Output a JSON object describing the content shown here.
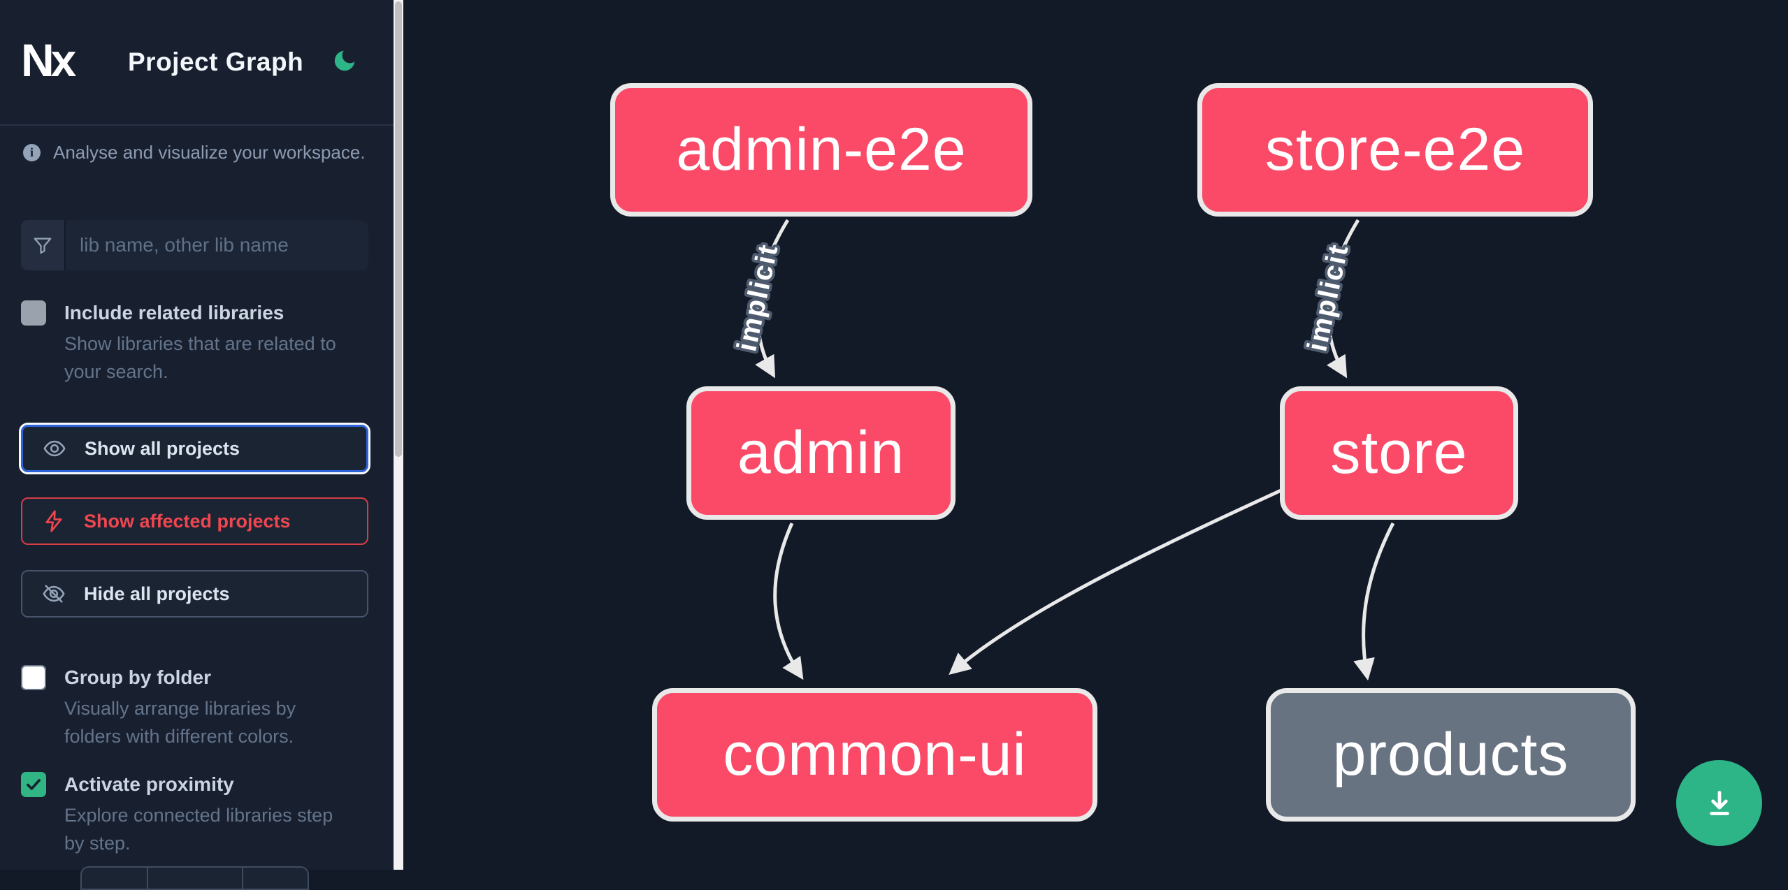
{
  "header": {
    "logo_text": "Nx",
    "title": "Project Graph"
  },
  "sidebar": {
    "tagline": "Analyse and visualize your workspace.",
    "search": {
      "placeholder": "lib name, other lib name",
      "value": ""
    },
    "toggles": [
      {
        "label": "Include related libraries",
        "description": "Show libraries that are related to your search.",
        "checked": false
      },
      {
        "label": "Group by folder",
        "description": "Visually arrange libraries by folders with different colors.",
        "checked": false
      },
      {
        "label": "Activate proximity",
        "description": "Explore connected libraries step by step.",
        "checked": true
      }
    ],
    "buttons": [
      {
        "label": "Show all projects",
        "state": "focused"
      },
      {
        "label": "Show affected projects",
        "state": "danger"
      },
      {
        "label": "Hide all projects",
        "state": "default"
      }
    ]
  },
  "graph": {
    "nodes": [
      {
        "id": "admin-e2e",
        "color": "pink"
      },
      {
        "id": "store-e2e",
        "color": "pink"
      },
      {
        "id": "admin",
        "color": "pink"
      },
      {
        "id": "store",
        "color": "pink"
      },
      {
        "id": "common-ui",
        "color": "pink"
      },
      {
        "id": "products",
        "color": "gray"
      }
    ],
    "edges": [
      {
        "from": "admin-e2e",
        "to": "admin",
        "label": "implicit"
      },
      {
        "from": "store-e2e",
        "to": "store",
        "label": "implicit"
      },
      {
        "from": "admin",
        "to": "common-ui",
        "label": ""
      },
      {
        "from": "store",
        "to": "common-ui",
        "label": ""
      },
      {
        "from": "store",
        "to": "products",
        "label": ""
      }
    ]
  },
  "fab": {
    "icon": "download"
  },
  "colors": {
    "node_pink": "#fa4a68",
    "node_gray": "#687382",
    "node_border": "#e9e9e9",
    "edge": "#e9e9e9",
    "accent_green": "#2db487",
    "focus_blue": "#2e63d9",
    "danger_red": "#ef4650",
    "canvas_bg": "#121a28",
    "sidebar_bg": "#182030"
  }
}
